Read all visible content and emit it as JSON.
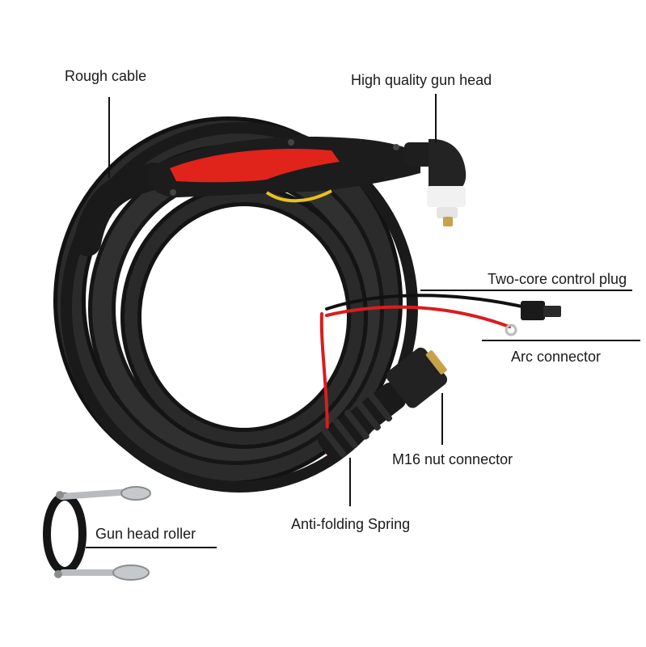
{
  "labels": {
    "rough_cable": "Rough cable",
    "gun_head": "High quality gun head",
    "control_plug": "Two-core control plug",
    "arc_connector": "Arc connector",
    "nut_connector": "M16 nut connector",
    "spring": "Anti-folding Spring",
    "roller": "Gun head roller"
  },
  "colors": {
    "cable": "#1b1b1b",
    "torch_accent": "#e0231b",
    "trigger": "#e8c21a",
    "wire_red": "#d81e1e",
    "metal": "#b9bcbe"
  }
}
